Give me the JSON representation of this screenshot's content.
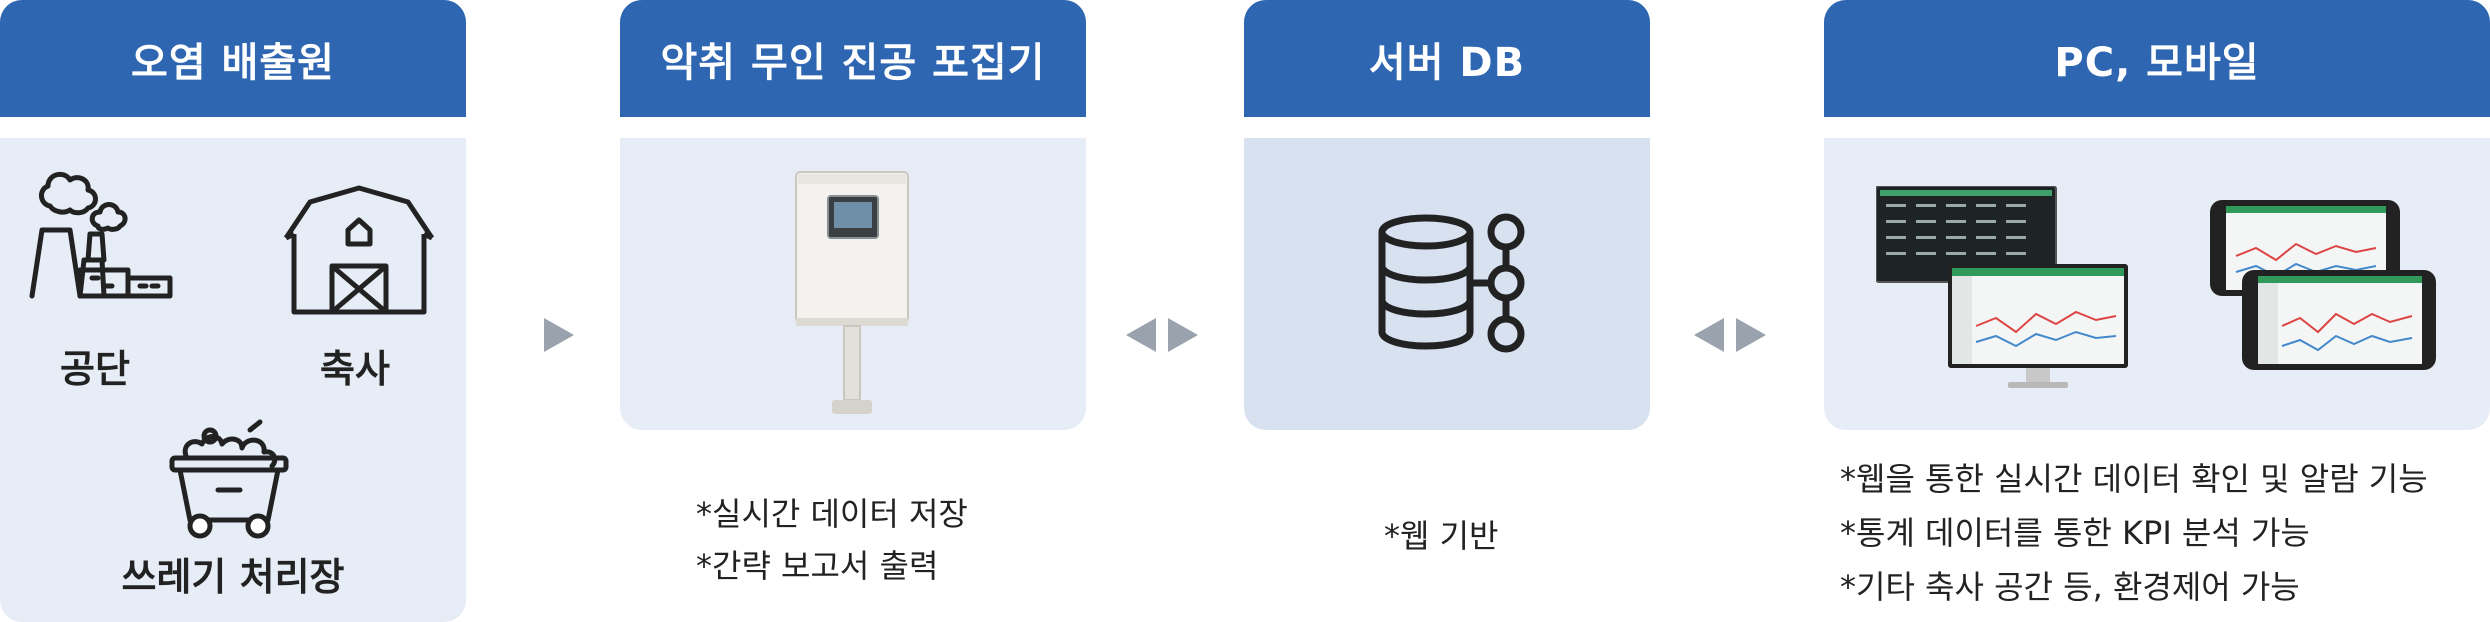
{
  "colors": {
    "header": "#2e66b2",
    "panel": "#e7edf6",
    "panel_dark": "#d7e1ef",
    "arrow": "#9aa3ad",
    "icon": "#222222"
  },
  "stages": [
    {
      "title": "오염 배출원",
      "items": [
        {
          "label": "공단",
          "icon": "factory-icon"
        },
        {
          "label": "축사",
          "icon": "barn-icon"
        },
        {
          "label": "쓰레기 처리장",
          "icon": "garbage-cart-icon"
        }
      ]
    },
    {
      "title": "악취 무인 진공 포집기",
      "image": "vacuum-collector-device",
      "notes": [
        "*실시간 데이터 저장",
        "*간략 보고서 출력"
      ]
    },
    {
      "title": "서버 DB",
      "icon": "database-icon",
      "notes": [
        "*웹 기반"
      ]
    },
    {
      "title": "PC, 모바일",
      "image": "monitor-tablet-screens",
      "notes": [
        "*웹을 통한 실시간 데이터 확인 및 알람 기능",
        "*통계 데이터를 통한 KPI 분석 가능",
        "*기타 축사 공간 등, 환경제어 가능"
      ]
    }
  ],
  "connectors": [
    "arrow-right",
    "arrow-bidirectional",
    "arrow-bidirectional"
  ]
}
